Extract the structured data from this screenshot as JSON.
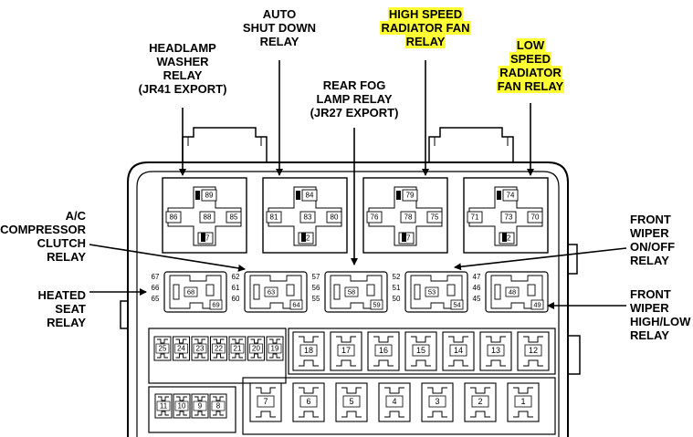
{
  "callouts": {
    "headlamp_washer": "HEADLAMP\nWASHER\nRELAY\n(JR41 EXPORT)",
    "auto_shut_down": "AUTO\nSHUT DOWN\nRELAY",
    "rear_fog": "REAR FOG\nLAMP RELAY\n(JR27 EXPORT)",
    "high_speed_fan": "HIGH SPEED\nRADIATOR FAN\nRELAY",
    "low_speed_fan": "LOW\nSPEED\nRADIATOR\nFAN RELAY",
    "ac_compressor": "A/C\nCOMPRESSOR\nCLUTCH\nRELAY",
    "heated_seat": "HEATED\nSEAT\nRELAY",
    "front_wiper_onoff": "FRONT\nWIPER\nON/OFF\nRELAY",
    "front_wiper_highlow": "FRONT\nWIPER\nHIGH/LOW\nRELAY"
  },
  "highlight_color": "#ffff33",
  "large_relays": [
    {
      "top": "89",
      "left": "86",
      "center": "88",
      "right": "85",
      "bottom": "87"
    },
    {
      "top": "84",
      "left": "81",
      "center": "83",
      "right": "80",
      "bottom": "82"
    },
    {
      "top": "79",
      "left": "76",
      "center": "78",
      "right": "75",
      "bottom": "77"
    },
    {
      "top": "74",
      "left": "71",
      "center": "73",
      "right": "70",
      "bottom": "72"
    }
  ],
  "mini_relays": [
    {
      "n1": "67",
      "n2": "66",
      "n3": "65",
      "center": "68",
      "corner": "69"
    },
    {
      "n1": "62",
      "n2": "61",
      "n3": "60",
      "center": "63",
      "corner": "64"
    },
    {
      "n1": "57",
      "n2": "56",
      "n3": "55",
      "center": "58",
      "corner": "59"
    },
    {
      "n1": "52",
      "n2": "51",
      "n3": "50",
      "center": "53",
      "corner": "54"
    },
    {
      "n1": "47",
      "n2": "46",
      "n3": "45",
      "center": "48",
      "corner": "49"
    }
  ],
  "mini_fuses_upper": [
    "25",
    "24",
    "23",
    "22",
    "21",
    "20",
    "19"
  ],
  "mini_fuses_lower": [
    "11",
    "10",
    "9",
    "8"
  ],
  "maxi_fuses_upper": [
    "18",
    "17",
    "16",
    "15",
    "14",
    "13",
    "12"
  ],
  "maxi_fuses_lower": [
    "7",
    "6",
    "5",
    "4",
    "3",
    "2",
    "1"
  ]
}
